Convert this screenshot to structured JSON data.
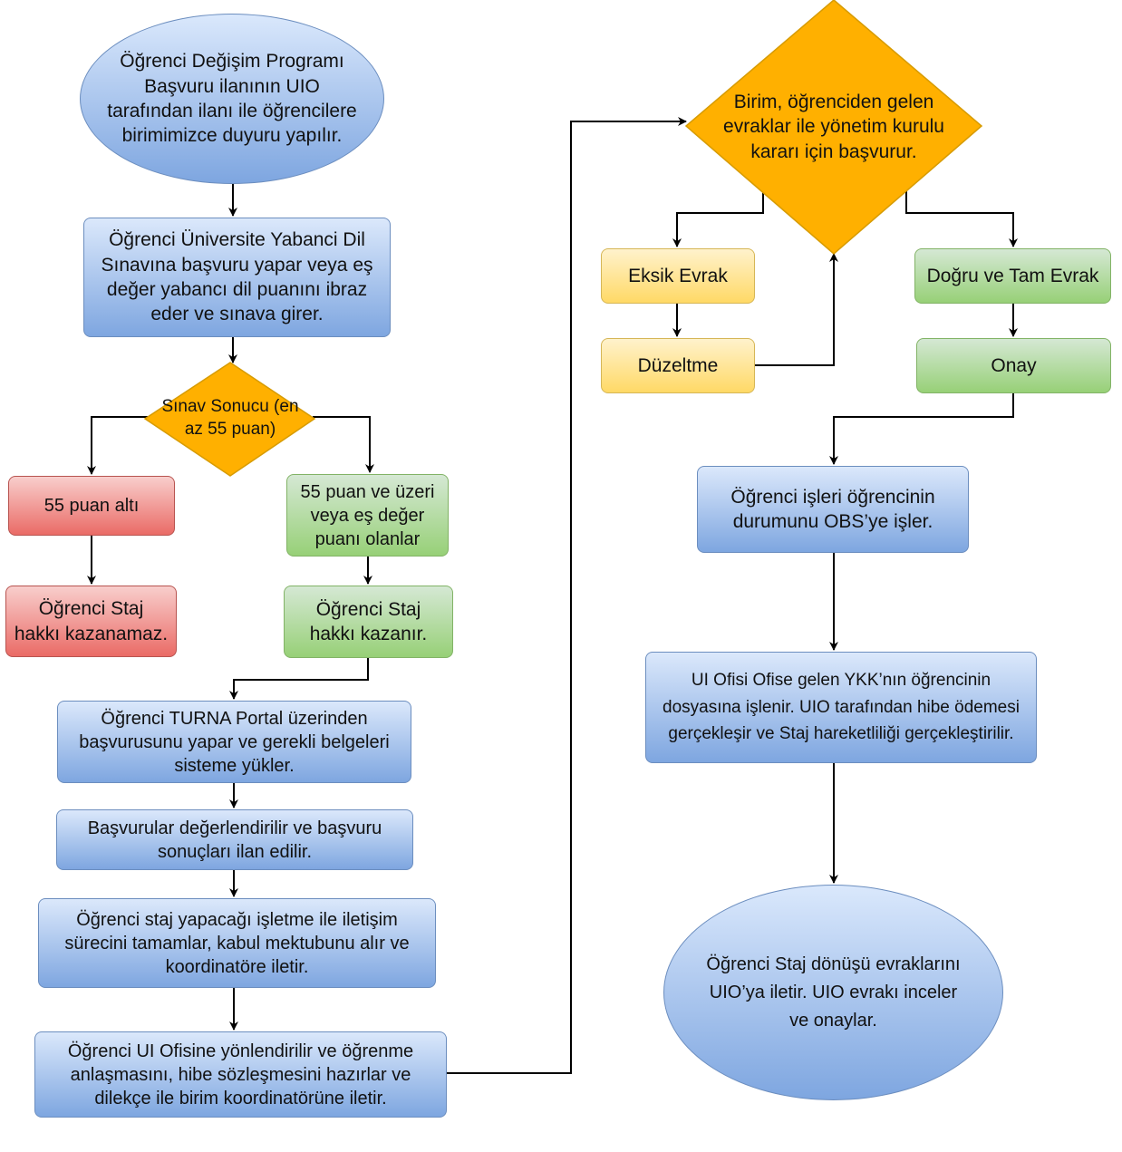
{
  "colors": {
    "blue_fill": "#7ea6e0",
    "green_fill": "#97d077",
    "red_fill": "#ea6b66",
    "yellow_fill": "#ffd966",
    "diamond_fill": "#ffb000",
    "connector": "#000000"
  },
  "nodes": {
    "start": "Öğrenci Değişim Programı Başvuru ilanının UIO tarafından ilanı ile öğrencilere birimimizce duyuru  yapılır.",
    "language_exam": "Öğrenci Üniversite Yabanci Dil Sınavına başvuru yapar veya eş değer yabancı dil puanını ibraz eder ve sınava girer.",
    "exam_result": "Sınav Sonucu (en az 55 puan)",
    "below_55": "55 puan altı",
    "no_right": "Öğrenci Staj hakkı kazanamaz.",
    "above_55": "55 puan ve üzeri veya eş değer puanı olanlar",
    "gains_right": "Öğrenci Staj hakkı kazanır.",
    "turna_portal": "Öğrenci TURNA Portal üzerinden başvurusunu yapar ve gerekli belgeleri sisteme yükler.",
    "evaluation": "Başvurular değerlendirilir ve başvuru sonuçları ilan edilir.",
    "company_contact": "Öğrenci staj yapacağı işletme ile iletişim sürecini tamamlar, kabul mektubunu alır ve koordinatöre iletir.",
    "ui_office": "Öğrenci UI Ofisine yönlendirilir ve öğrenme anlaşmasını, hibe sözleşmesini hazırlar ve dilekçe ile birim koordinatörüne iletir.",
    "unit_apply": "Birim, öğrenciden gelen evraklar ile yönetim kurulu kararı için başvurur.",
    "missing_docs": "Eksik Evrak",
    "correction": "Düzeltme",
    "complete_docs": "Doğru ve Tam Evrak",
    "approval": "Onay",
    "student_affairs": "Öğrenci işleri öğrencinin durumunu OBS’ye işler.",
    "ykk_file": "UI Ofisi Ofise gelen YKK’nın öğrencinin dosyasına işlenir. UIO tarafından hibe ödemesi gerçekleşir ve Staj hareketliliği gerçekleştirilir.",
    "end": "Öğrenci Staj dönüşü evraklarını UIO’ya iletir. UIO evrakı inceler ve onaylar."
  }
}
